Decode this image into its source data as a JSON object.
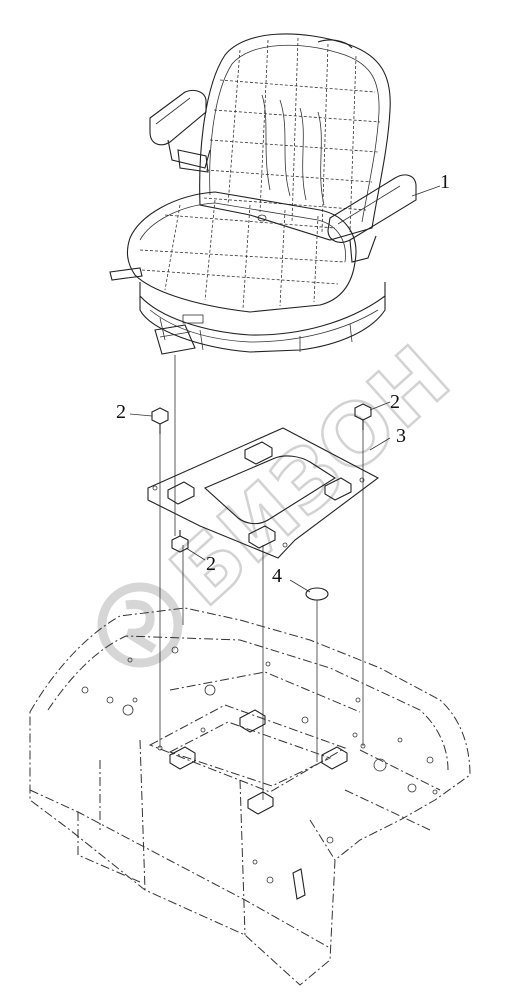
{
  "watermark": {
    "text": "БИЗОН",
    "color": "#d0d0d0"
  },
  "callouts": {
    "c1": "1",
    "c2a": "2",
    "c2b": "2",
    "c2c": "2",
    "c3": "3",
    "c4": "4"
  },
  "colors": {
    "line": "#222222",
    "background": "#ffffff"
  }
}
